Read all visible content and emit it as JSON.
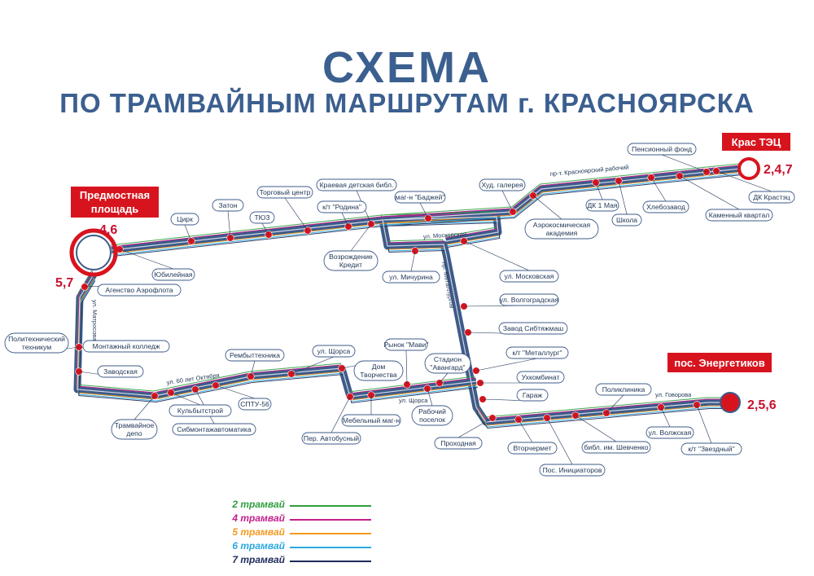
{
  "title": "СХЕМА",
  "subtitle": "ПО ТРАМВАЙНЫМ МАРШРУТАМ г. КРАСНОЯРСКА",
  "colors": {
    "route2": "#2e9e3e",
    "route4": "#c41e8c",
    "route5": "#f39a1e",
    "route6": "#29a9e0",
    "route7": "#1e2a5a",
    "trunk": "#3d5b8a",
    "stop": "#d7141e",
    "terminal_box": "#d7141e",
    "title": "#3b5f8f"
  },
  "terminals": {
    "predmostnaya": {
      "name": "Предмостная площадь",
      "routes_top": "4,6",
      "routes_side": "5,7"
    },
    "kras_tec": {
      "name": "Крас ТЭЦ",
      "routes": "2,4,7"
    },
    "energetikov": {
      "name": "пос. Энергетиков",
      "routes": "2,5,6"
    }
  },
  "streets": {
    "matrosova": "ул. Матросова",
    "oktyabrya": "ул. 60 лет Октября",
    "schorsa": "ул. Щорса",
    "moskovskaya": "ул. Московская",
    "metallurgov": "пр. Металлургов",
    "krasrab": "пр-т. Красноярский рабочий",
    "govorova": "ул. Говорова"
  },
  "stops": [
    "Юбилейная",
    "Цирк",
    "Затон",
    "ТЮЗ",
    "Торговый центр",
    "к/т \"Родина\"",
    "Краевая детская библ.",
    "Возрождение Кредит",
    "маг-н \"Баджей\"",
    "Худ. галерея",
    "ул. Мичурина",
    "ул. Московская",
    "Аэрокосмическая академия",
    "ДК 1 Мая",
    "Школа",
    "Хлебозавод",
    "Пенсионный фонд",
    "Каменный квартал",
    "ДК Крастэц",
    "Агенство Аэрофлота",
    "Политехнический техникум",
    "Монтажный колледж",
    "Заводская",
    "Трамвайное депо",
    "Кульбытстрой",
    "Сибмонтажавтоматика",
    "СПТУ-56",
    "Рембыттехника",
    "ул. Щорса",
    "Дом Творчества",
    "Рынок \"Мави\"",
    "Стадион \"Авангард\"",
    "Мебельный маг-н",
    "Пер. Автобусный",
    "Рабочий поселок",
    "ул. Волгоградская",
    "Завод Сибтяжмаш",
    "к/т \"Металлург\"",
    "Ухкомбинат",
    "Гараж",
    "Проходная",
    "Вторчермет",
    "Пос. Инициаторов",
    "библ. им. Шевченко",
    "Поликлиника",
    "ул. Волжская",
    "к/т \"Звездный\""
  ],
  "legend": [
    {
      "label": "2 трамвай",
      "color": "#2e9e3e"
    },
    {
      "label": "4 трамвай",
      "color": "#c41e8c"
    },
    {
      "label": "5 трамвай",
      "color": "#f39a1e"
    },
    {
      "label": "6 трамвай",
      "color": "#29a9e0"
    },
    {
      "label": "7 трамвай",
      "color": "#1e2a5a"
    }
  ]
}
